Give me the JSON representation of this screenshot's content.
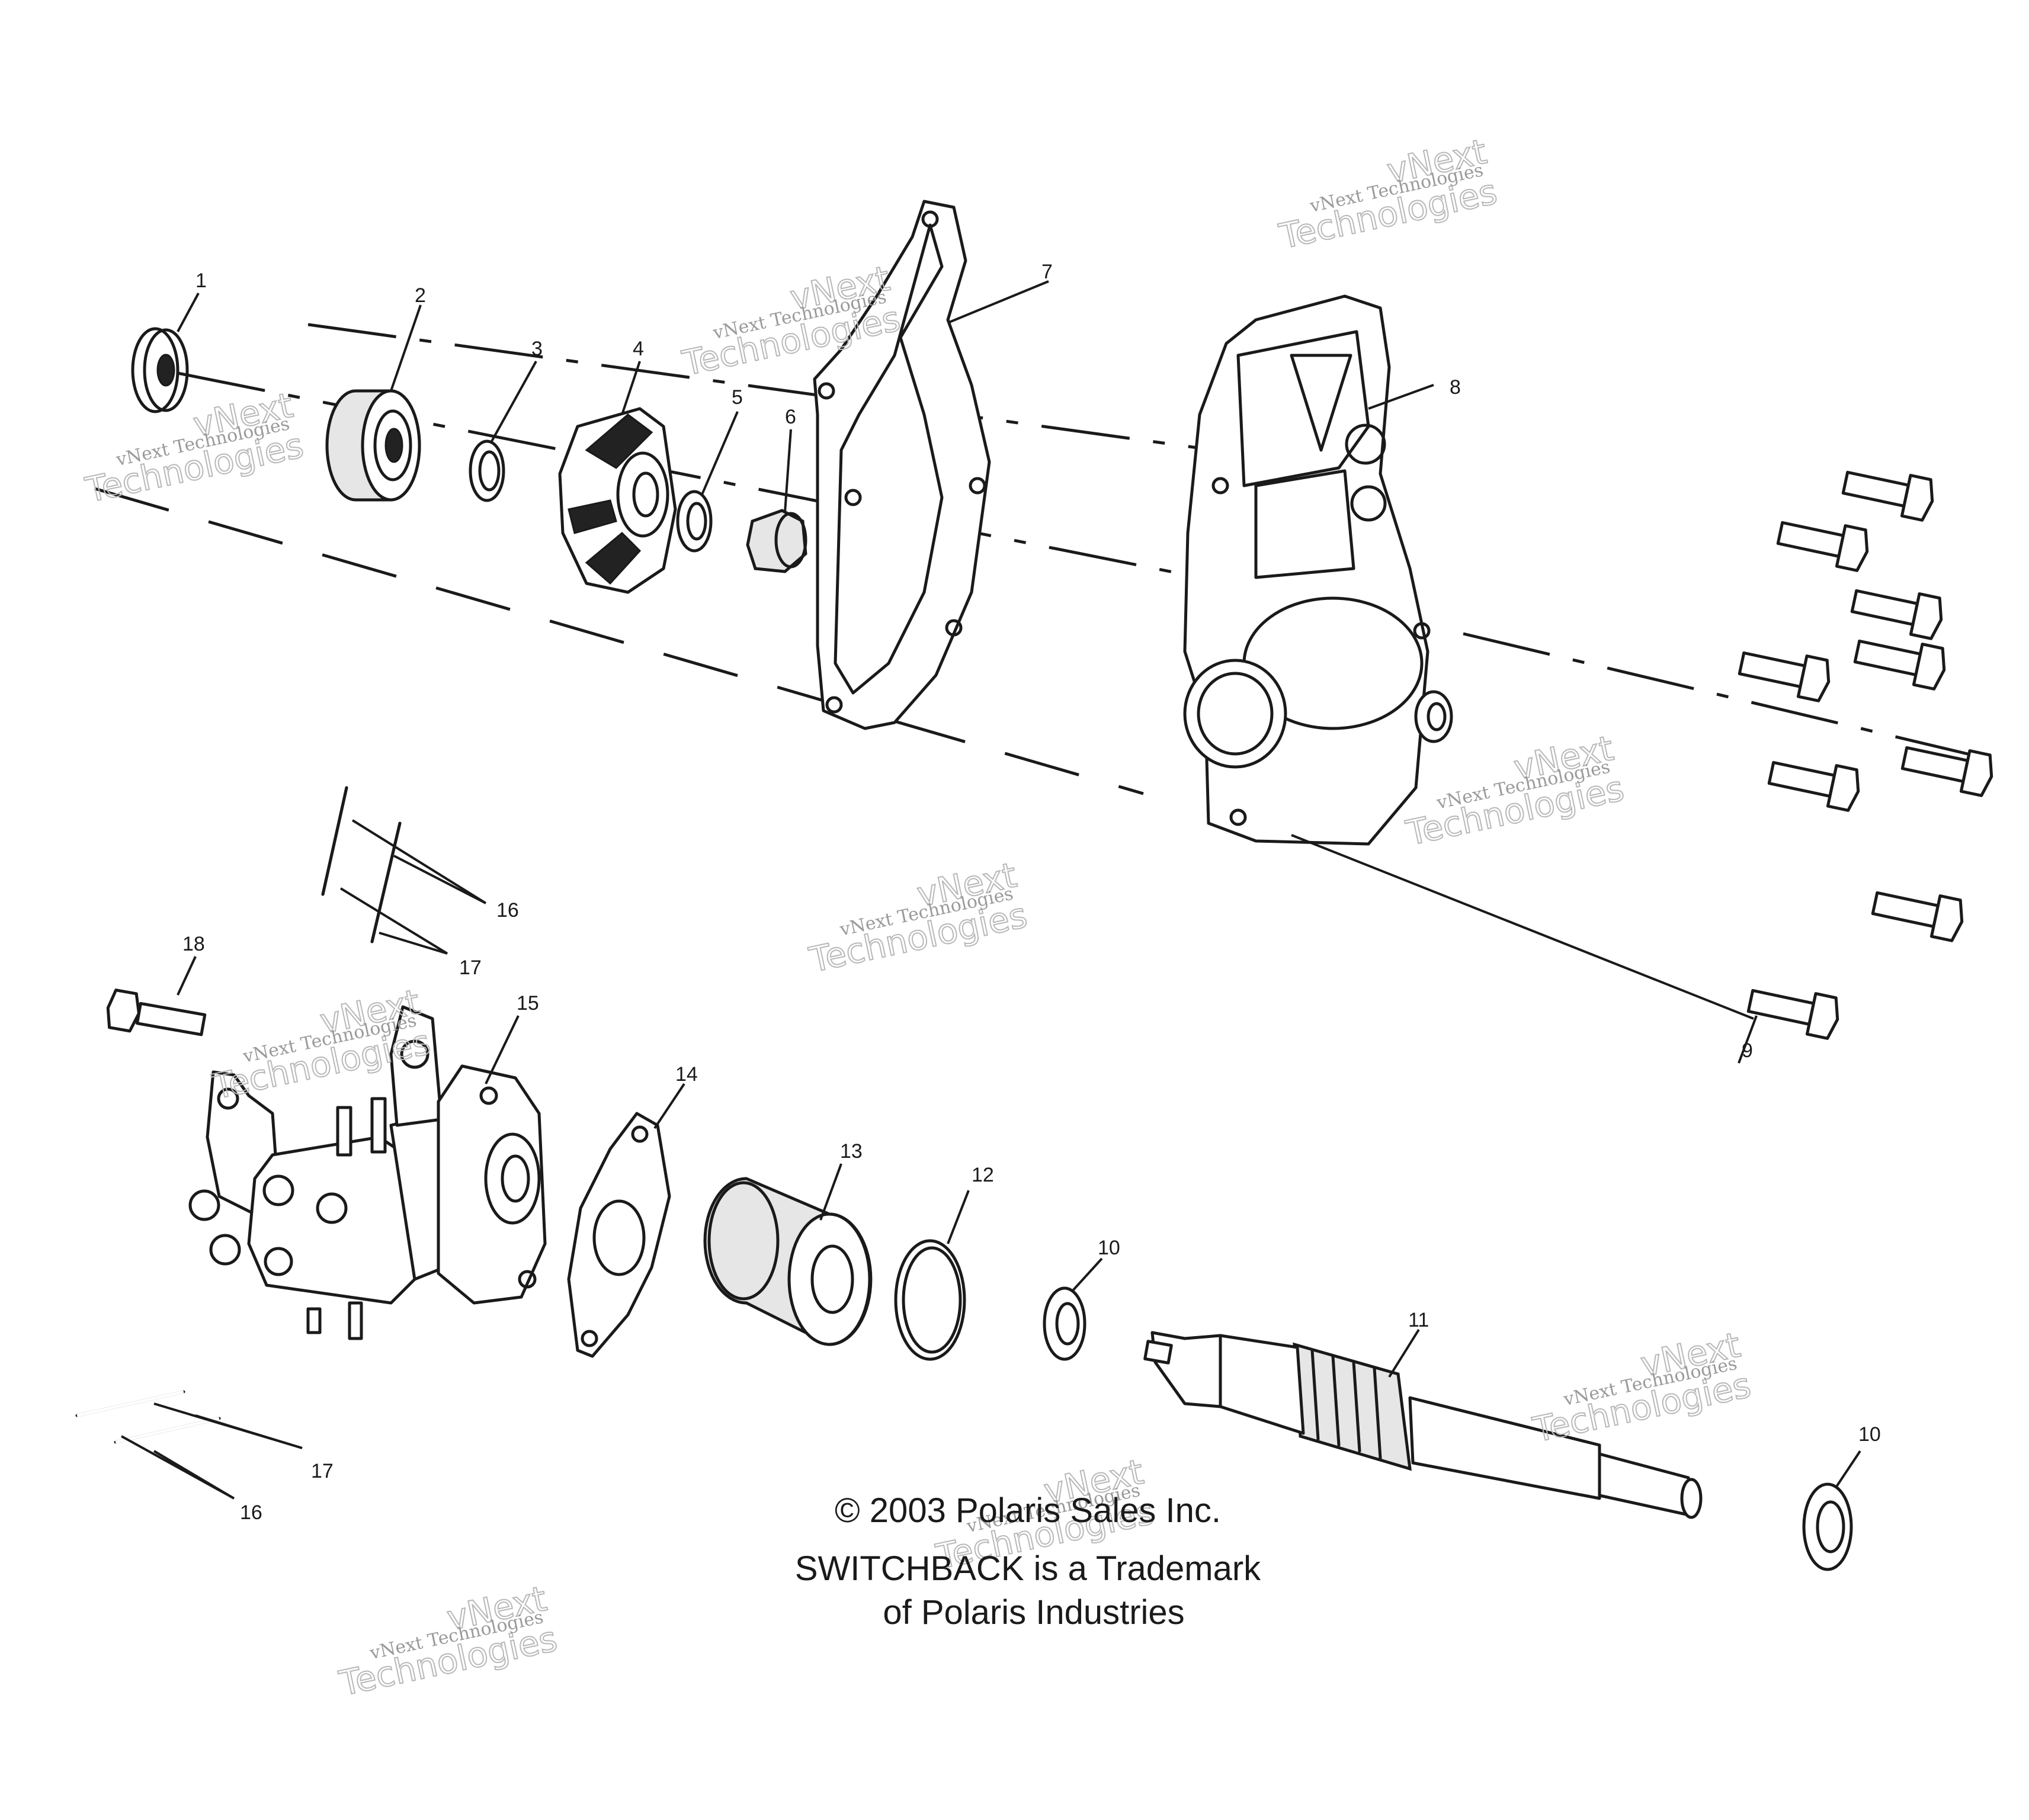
{
  "callouts": {
    "c1": "1",
    "c2": "2",
    "c3": "3",
    "c4": "4",
    "c5": "5",
    "c6": "6",
    "c7": "7",
    "c8": "8",
    "c9": "9",
    "c10a": "10",
    "c10b": "10",
    "c11": "11",
    "c12": "12",
    "c13": "13",
    "c14": "14",
    "c15": "15",
    "c16a": "16",
    "c16b": "16",
    "c17a": "17",
    "c17b": "17",
    "c18": "18"
  },
  "watermark": {
    "line_small": "vNext Technologies",
    "line_big_1": "vNext",
    "line_big_2": "Technologies"
  },
  "copyright": {
    "line1": "© 2003 Polaris Sales Inc.",
    "line2": "SWITCHBACK is a Trademark",
    "line3": "of Polaris Industries"
  }
}
